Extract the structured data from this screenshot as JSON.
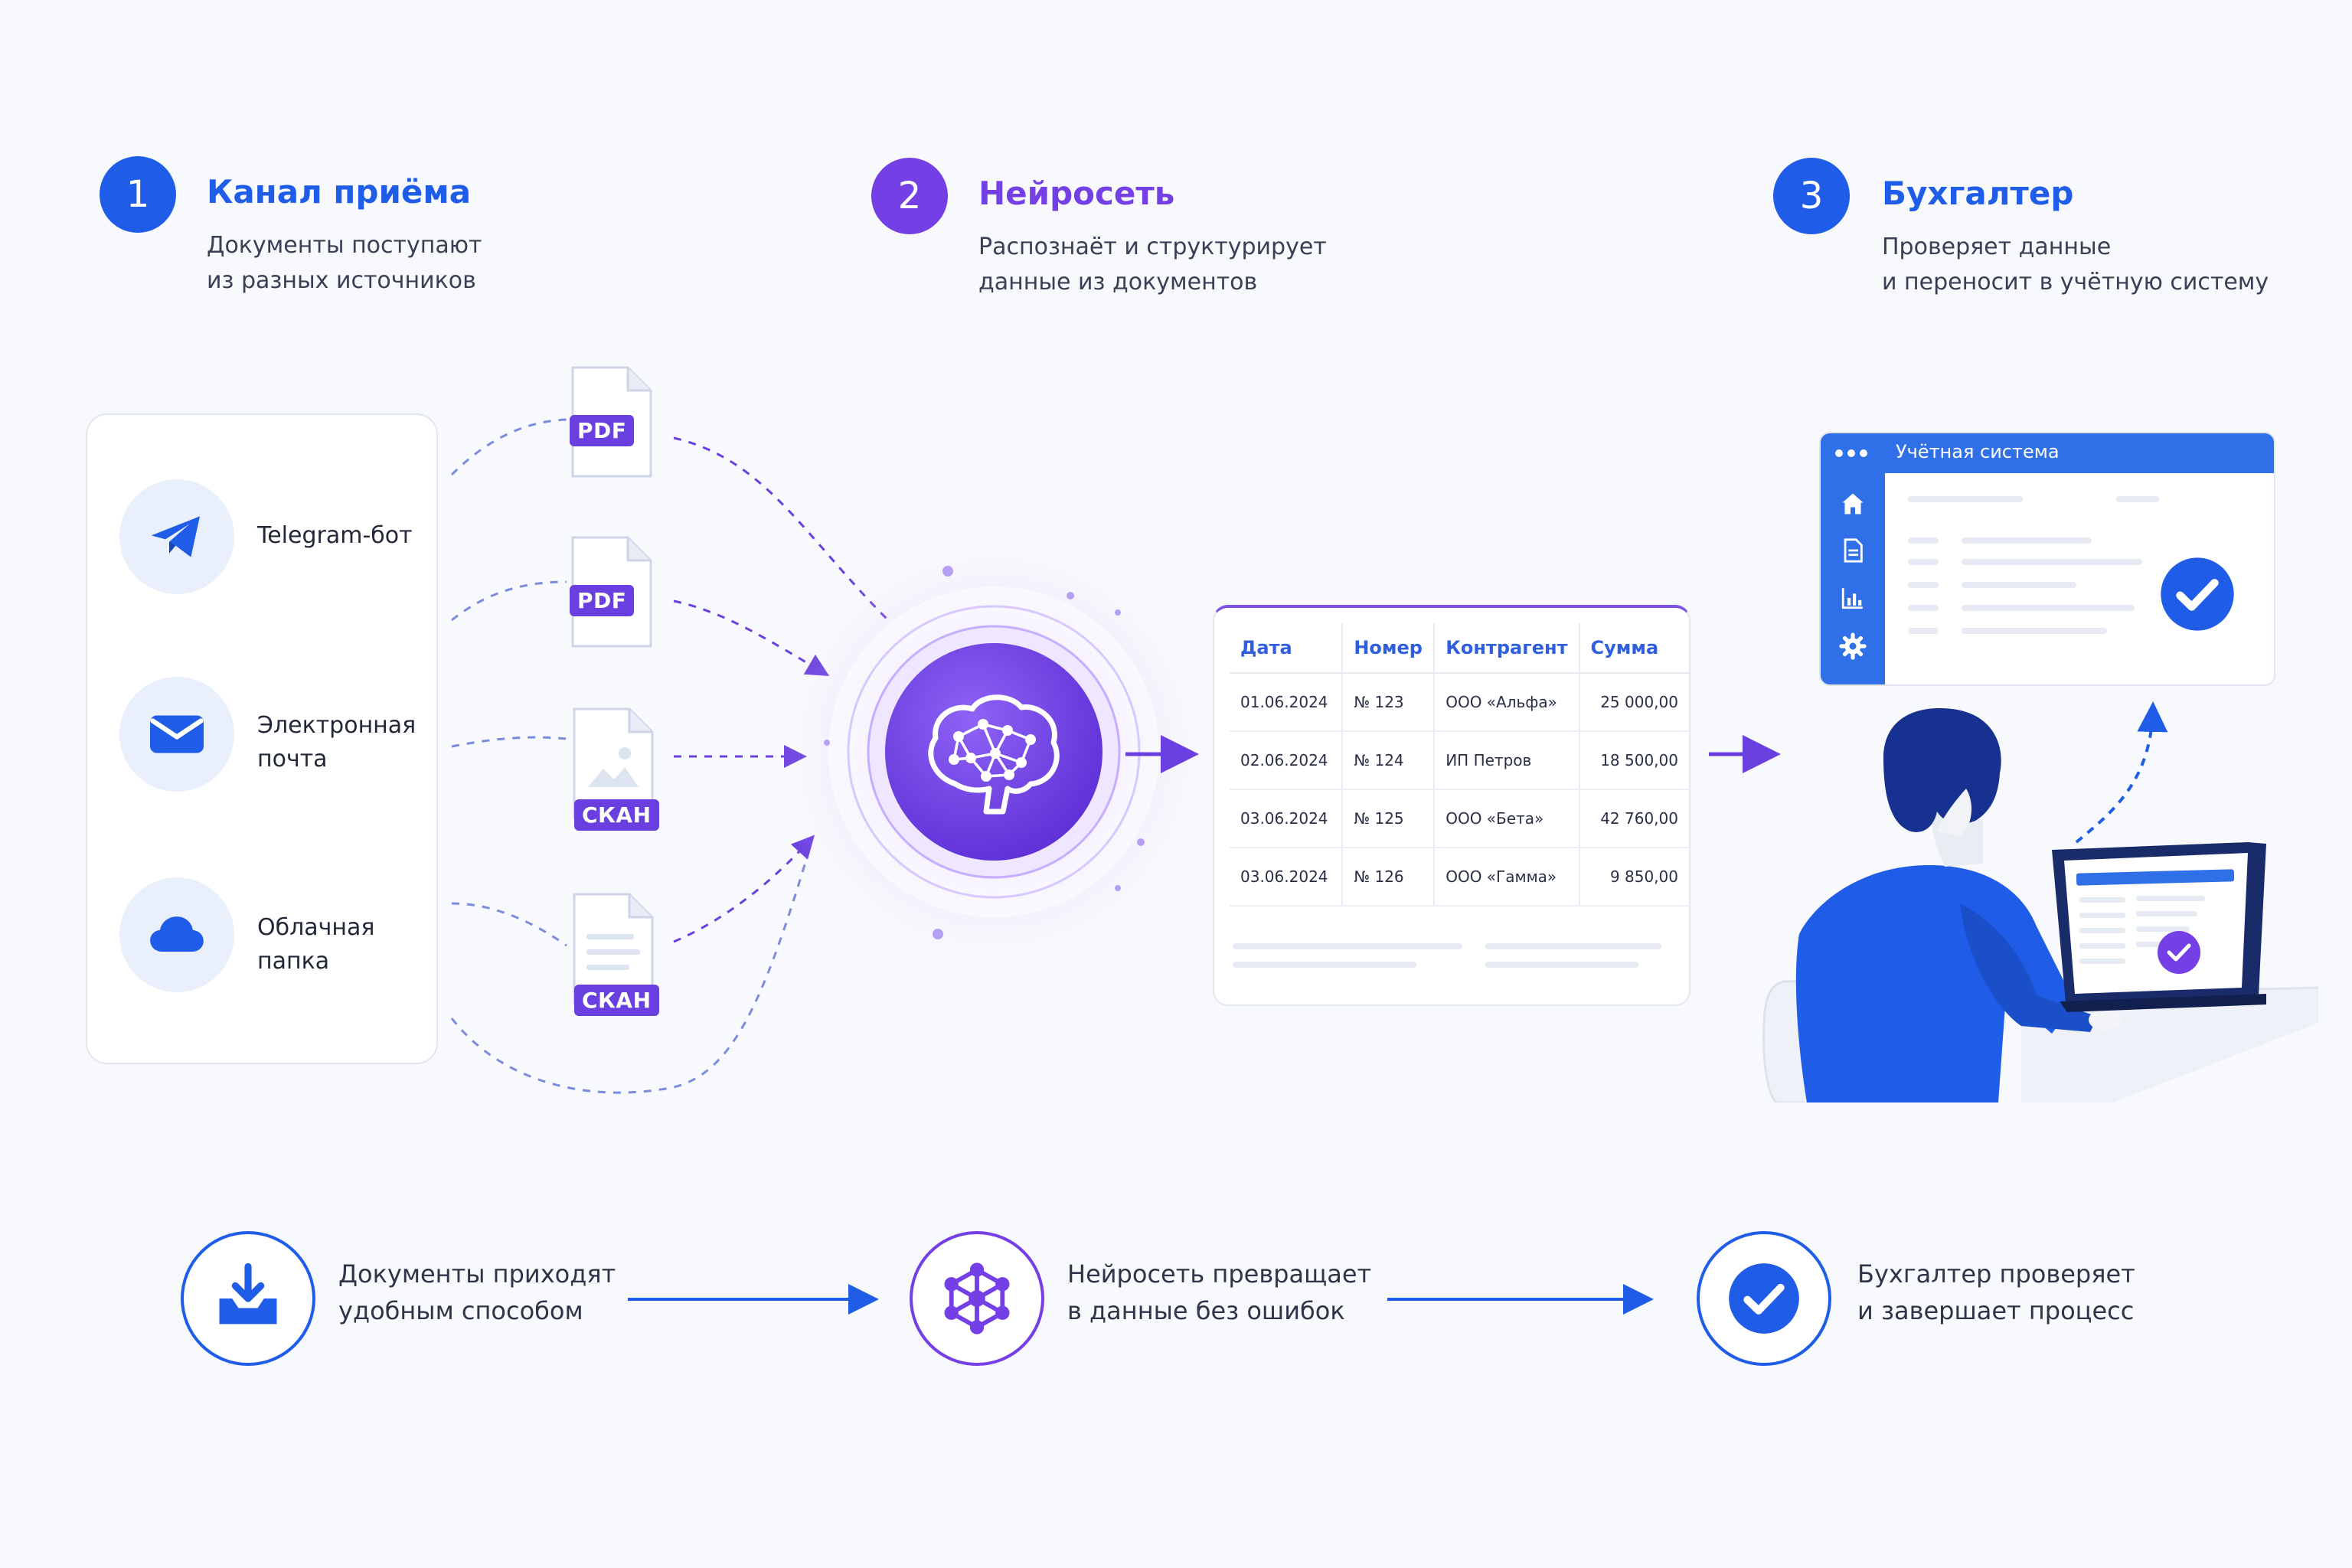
{
  "colors": {
    "blue": "#1f5de8",
    "purple": "#7440e6",
    "background": "#f8f9fc"
  },
  "steps": [
    {
      "number": "1",
      "title": "Канал приёма",
      "desc_line1": "Документы поступают",
      "desc_line2": "из разных источников"
    },
    {
      "number": "2",
      "title": "Нейросеть",
      "desc_line1": "Распознаёт и структурирует",
      "desc_line2": "данные из документов"
    },
    {
      "number": "3",
      "title": "Бухгалтер",
      "desc_line1": "Проверяет данные",
      "desc_line2": "и переносит в учётную систему"
    }
  ],
  "channels": [
    {
      "icon": "telegram-icon",
      "line1": "Telegram-бот",
      "line2": ""
    },
    {
      "icon": "mail-icon",
      "line1": "Электронная",
      "line2": "почта"
    },
    {
      "icon": "cloud-icon",
      "line1": "Облачная",
      "line2": "папка"
    }
  ],
  "documents": [
    {
      "icon": "pdf-file-icon",
      "tag": "PDF"
    },
    {
      "icon": "pdf-file-icon",
      "tag": "PDF"
    },
    {
      "icon": "image-file-icon",
      "tag": "СКАН"
    },
    {
      "icon": "text-file-icon",
      "tag": "СКАН"
    }
  ],
  "neural_icon": "brain-icon",
  "table": {
    "headers": [
      "Дата",
      "Номер",
      "Контрагент",
      "Сумма"
    ],
    "rows": [
      [
        "01.06.2024",
        "№ 123",
        "ООО «Альфа»",
        "25 000,00"
      ],
      [
        "02.06.2024",
        "№ 124",
        "ИП Петров",
        "18 500,00"
      ],
      [
        "03.06.2024",
        "№ 125",
        "ООО «Бета»",
        "42 760,00"
      ],
      [
        "03.06.2024",
        "№ 126",
        "ООО «Гамма»",
        "9 850,00"
      ]
    ]
  },
  "accounting": {
    "title": "Учётная система",
    "sidebar_icons": [
      "home-icon",
      "document-icon",
      "chart-icon",
      "gear-icon"
    ],
    "status_icon": "check-icon"
  },
  "accountant_illustration": "accountant-at-laptop",
  "bottom": [
    {
      "icon": "inbox-download-icon",
      "line1": "Документы приходят",
      "line2": "удобным способом"
    },
    {
      "icon": "network-icon",
      "line1": "Нейросеть превращает",
      "line2": "в данные без ошибок"
    },
    {
      "icon": "check-icon",
      "line1": "Бухгалтер проверяет",
      "line2": "и завершает процесс"
    }
  ]
}
